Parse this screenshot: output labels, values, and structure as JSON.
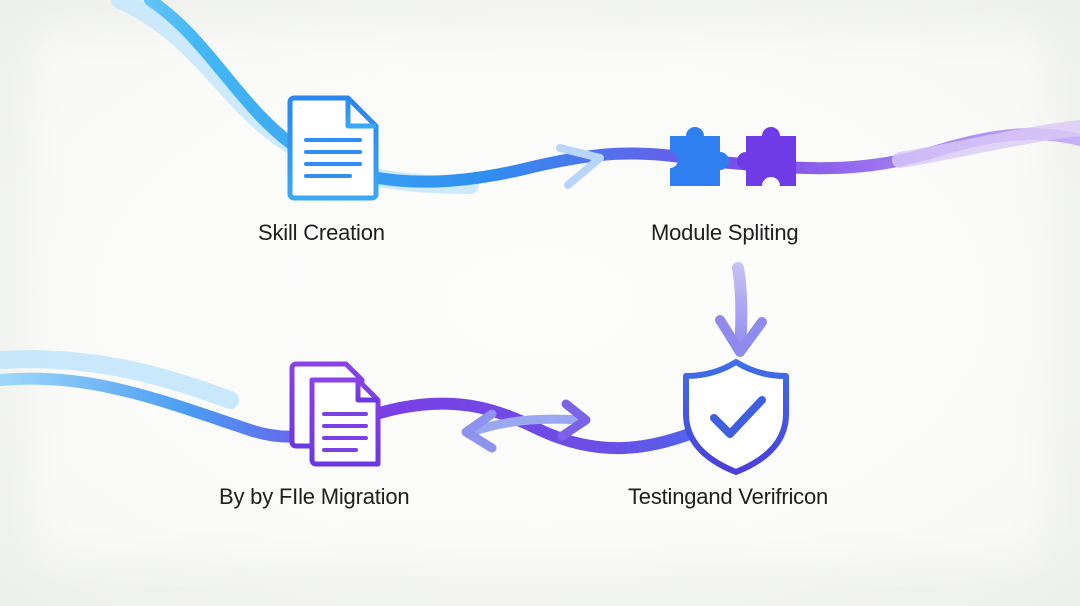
{
  "steps": [
    {
      "label": "Skill Creation",
      "icon": "document-icon"
    },
    {
      "label": "Module Spliting",
      "icon": "puzzle-icon"
    },
    {
      "label": "By by FIle Migration",
      "icon": "documents-icon"
    },
    {
      "label": "Testingand Verifricon",
      "icon": "shield-check-icon"
    }
  ],
  "colors": {
    "blue": "#2f8ef0",
    "cyan": "#3fb4f5",
    "violet": "#7b3fe6",
    "lavender": "#a493ee",
    "text": "#1e1e1e"
  }
}
